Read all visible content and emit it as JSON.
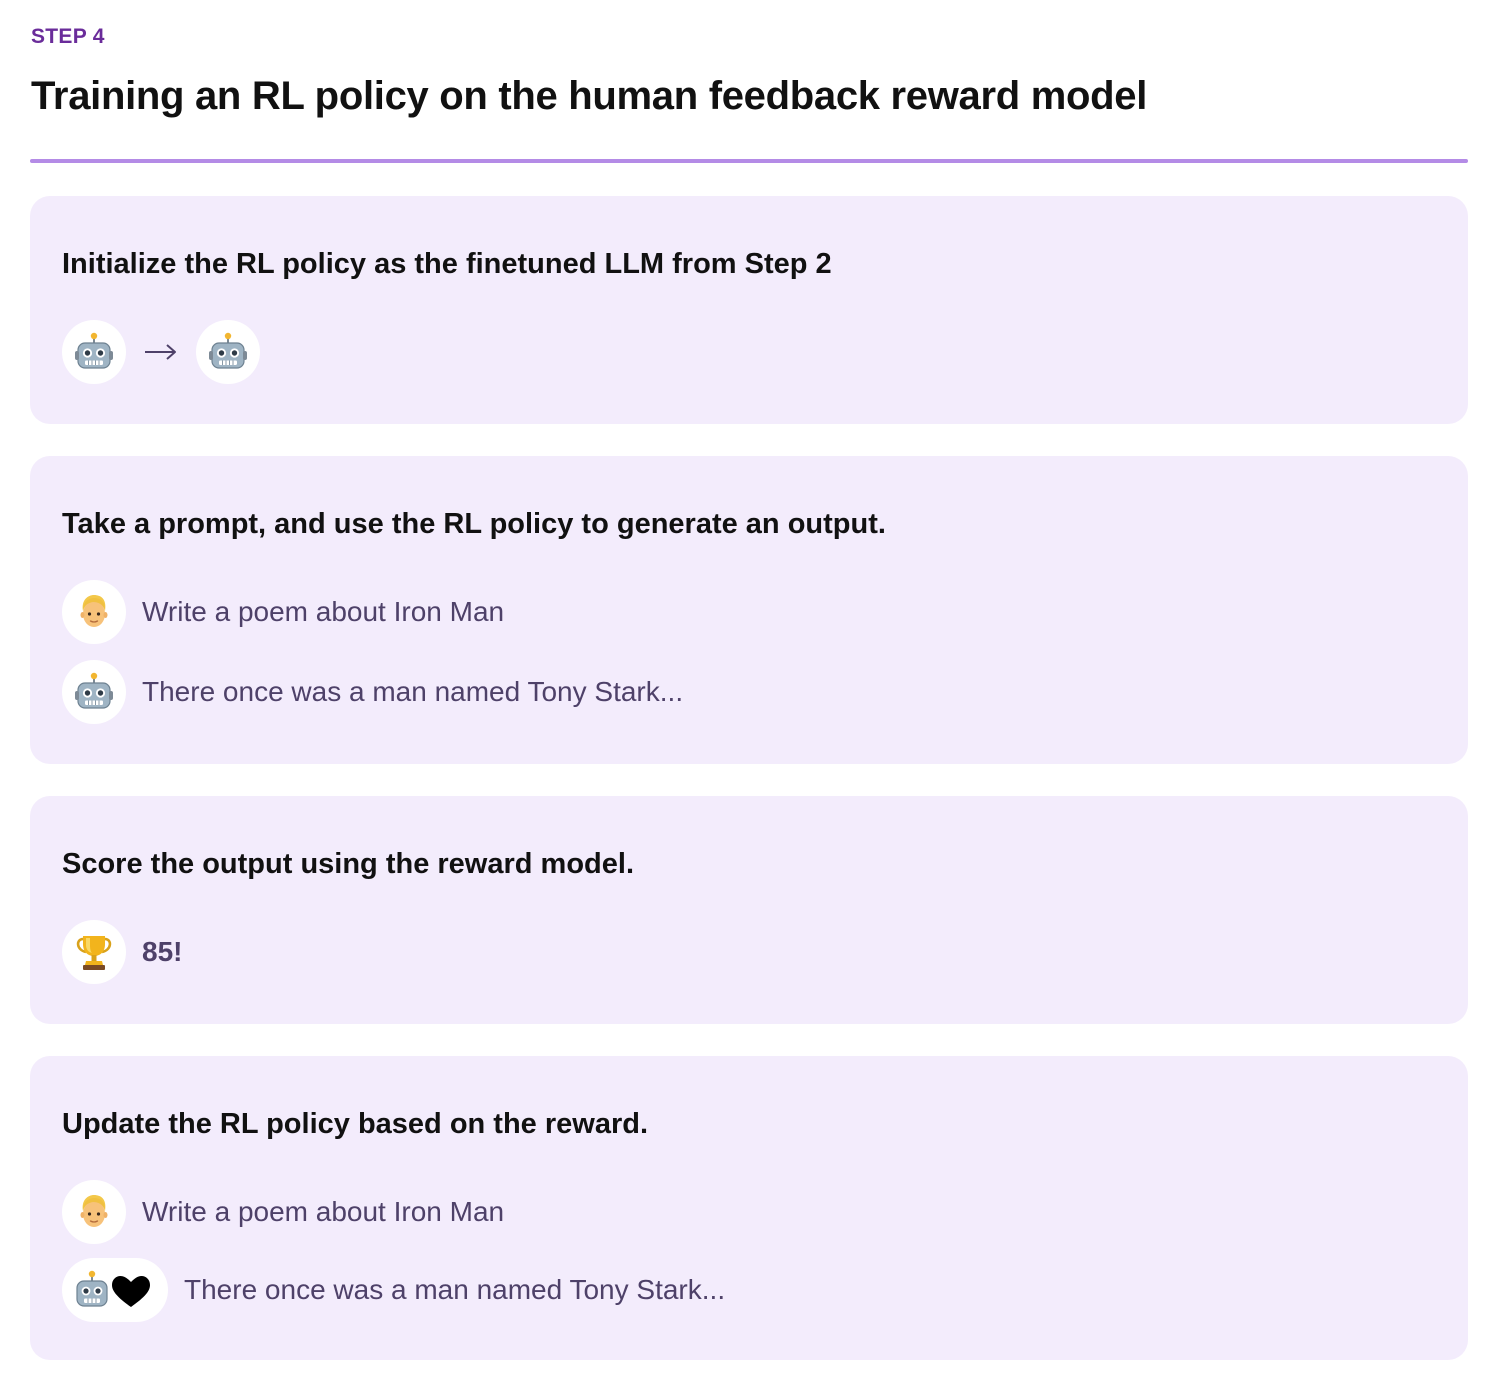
{
  "header": {
    "step_label": "STEP 4",
    "title": "Training an RL policy on the human feedback reward model"
  },
  "colors": {
    "accent": "#6a2c9a",
    "rule": "#b48be6",
    "card_background": "#f3ecfc",
    "secondary_text": "#4e4169"
  },
  "cards": [
    {
      "title": "Initialize the RL policy as the finetuned LLM from Step 2",
      "icons": [
        "robot-icon",
        "arrow-right-icon",
        "robot-icon"
      ]
    },
    {
      "title": "Take a prompt, and use the RL policy to generate an output.",
      "rows": [
        {
          "icon": "person-icon",
          "text": "Write a poem about Iron Man"
        },
        {
          "icon": "robot-icon",
          "text": "There once was a man named Tony Stark..."
        }
      ]
    },
    {
      "title": "Score the output using the reward model.",
      "rows": [
        {
          "icon": "trophy-icon",
          "text": "85!"
        }
      ]
    },
    {
      "title": "Update the RL policy based on the reward.",
      "rows": [
        {
          "icon": "person-icon",
          "text": "Write a poem about Iron Man"
        },
        {
          "icon": "robot-heart-icon",
          "text": "There once was a man named Tony Stark..."
        }
      ]
    }
  ]
}
